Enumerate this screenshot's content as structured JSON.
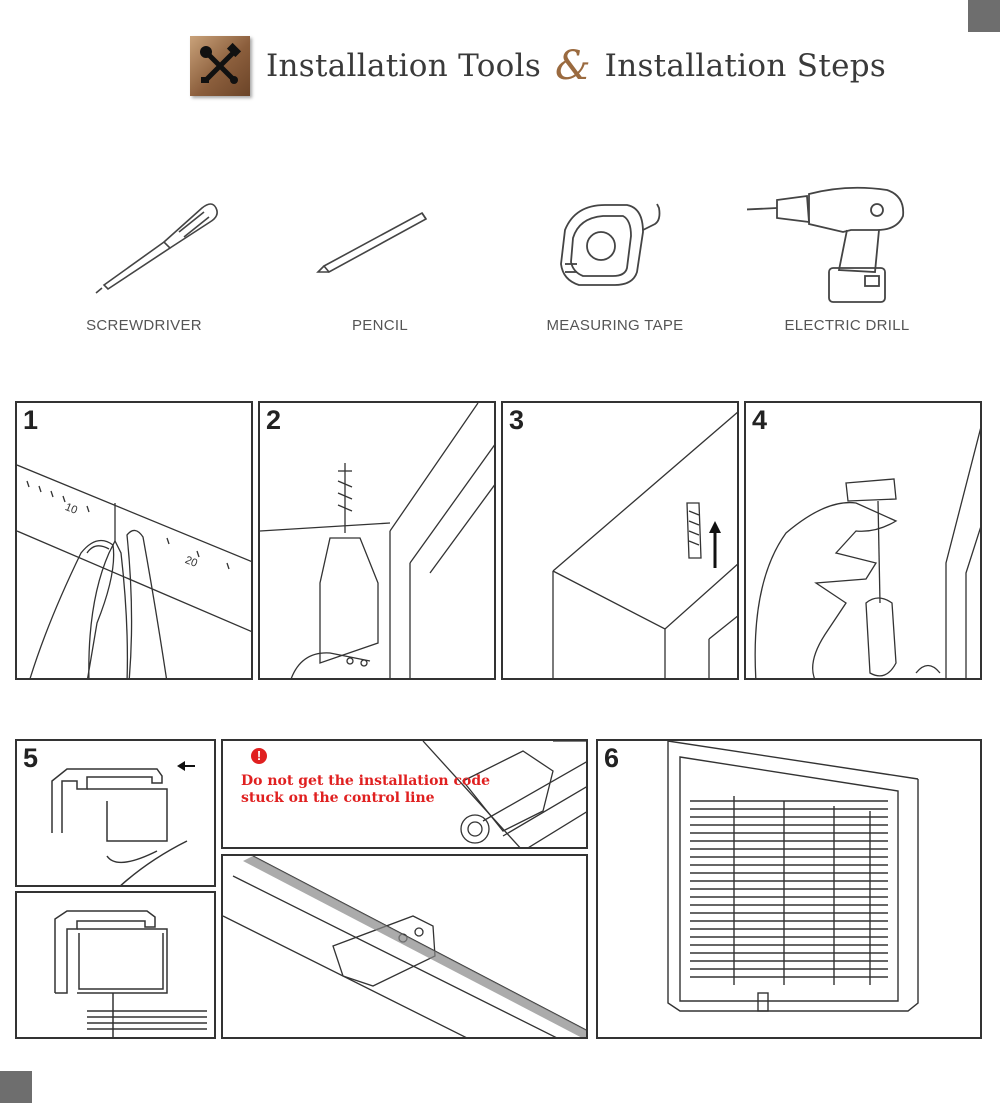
{
  "header": {
    "title_left": "Installation Tools",
    "ampersand": "&",
    "title_right": "Installation Steps",
    "badge_icon": "tools-icon",
    "badge_color": "#8b5e3c"
  },
  "tools": [
    {
      "label": "SCREWDRIVER",
      "icon": "screwdriver-icon"
    },
    {
      "label": "PENCIL",
      "icon": "pencil-icon"
    },
    {
      "label": "MEASURING TAPE",
      "icon": "measuring-tape-icon"
    },
    {
      "label": "ELECTRIC DRILL",
      "icon": "electric-drill-icon"
    }
  ],
  "steps": [
    {
      "number": "1",
      "ruler_labels": [
        "10",
        "20"
      ]
    },
    {
      "number": "2"
    },
    {
      "number": "3"
    },
    {
      "number": "4"
    },
    {
      "number": "5",
      "warning": "Do not get the installation code stuck on the control line",
      "warning_color": "#e02020"
    },
    {
      "number": "6"
    }
  ]
}
